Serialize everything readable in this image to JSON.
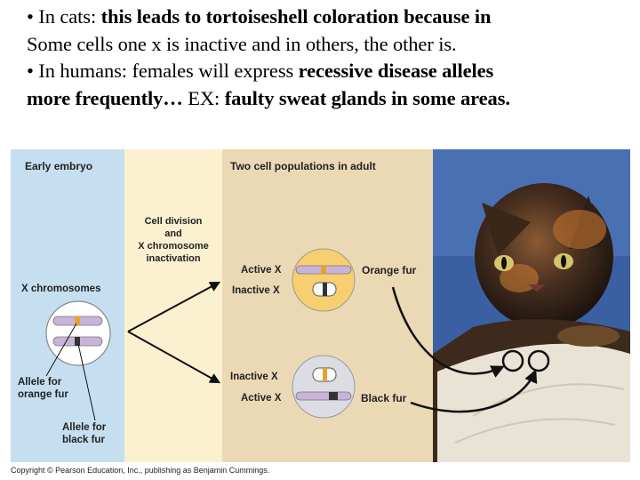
{
  "bullets": [
    {
      "lines": [
        [
          {
            "t": "• In cats: ",
            "b": false
          },
          {
            "t": "this leads to tortoiseshell coloration because in",
            "b": true
          }
        ],
        [
          {
            "t": "Some cells one x is inactive and in others, the other is.",
            "b": false
          }
        ]
      ]
    },
    {
      "lines": [
        [
          {
            "t": "• In humans: females will express ",
            "b": false
          },
          {
            "t": "recessive disease alleles",
            "b": true
          }
        ],
        [
          {
            "t": "more frequently… ",
            "b": true
          },
          {
            "t": " EX: ",
            "b": false
          },
          {
            "t": "faulty sweat glands in some areas.",
            "b": true
          }
        ]
      ]
    }
  ],
  "figure": {
    "panel_early_title": "Early embryo",
    "panel_adult_title": "Two cell populations in adult",
    "division_label": [
      "Cell division",
      "and",
      "X chromosome",
      "inactivation"
    ],
    "x_chromosomes_label": "X chromosomes",
    "allele_orange_label": [
      "Allele for",
      "orange fur"
    ],
    "allele_black_label": [
      "Allele for",
      "black fur"
    ],
    "top_cell": {
      "active_label": "Active X",
      "inactive_label": "Inactive X",
      "fur_label": "Orange fur"
    },
    "bottom_cell": {
      "inactive_label": "Inactive X",
      "active_label": "Active X",
      "fur_label": "Black fur"
    },
    "colors": {
      "early_panel": "#c5dff0",
      "middle_panel": "#fbf0d0",
      "adult_panel": "#ebd9b6",
      "photo_bg": "#3a5fa3",
      "orange_cell": "#f8cf70",
      "gray_cell": "#dcdde2",
      "allele_orange": "#e8a032",
      "allele_black": "#333333"
    }
  },
  "copyright": "Copyright © Pearson Education, Inc., publishing as Benjamin Cummings."
}
